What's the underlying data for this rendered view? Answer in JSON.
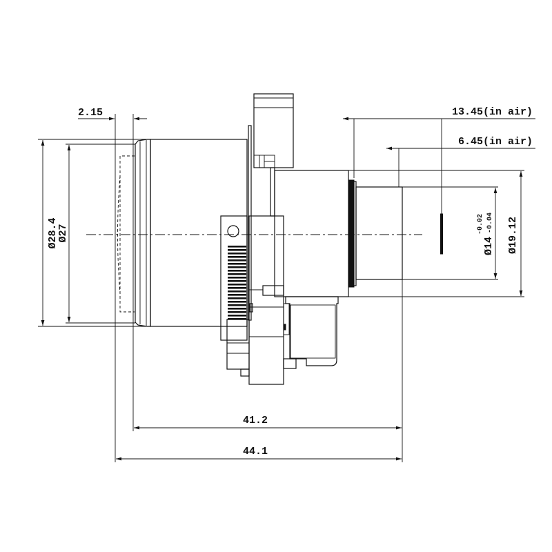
{
  "drawing": {
    "dimensions": {
      "flange_thickness": "2.15",
      "outer_diameter": "Ø28.4",
      "inner_diameter": "Ø27",
      "back_focal_air": "13.45(in air)",
      "flange_focal_air": "6.45(in air)",
      "mount_diameter_base": "Ø14",
      "mount_tolerance_upper": "-0.02",
      "mount_tolerance_lower": "-0.04",
      "rear_diameter": "Ø19.12",
      "body_length": "41.2",
      "total_length": "44.1"
    }
  }
}
